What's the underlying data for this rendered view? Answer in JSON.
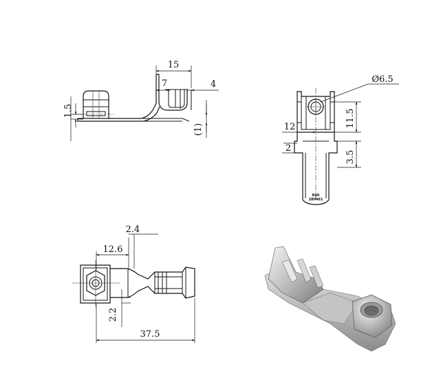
{
  "views": {
    "side": {
      "dim_length": "15",
      "dim_tab": "7",
      "dim_thickness_top": "4",
      "dim_nut_height": "1.5",
      "dim_thickness_ref": "(1)"
    },
    "front": {
      "dim_hole": "Ø6.5",
      "dim_width": "12",
      "dim_center": "11.5",
      "dim_notch": "2",
      "dim_step": "3.5",
      "marking_line1": "R60",
      "marking_line2": "280461"
    },
    "top": {
      "dim_offset": "2.4",
      "dim_nut_width": "12.6",
      "dim_overall": "37.5",
      "dim_gap": "2.2"
    }
  }
}
